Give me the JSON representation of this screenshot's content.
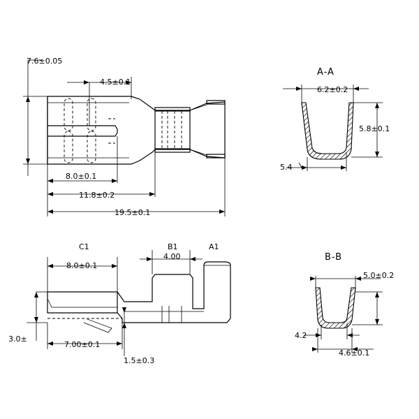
{
  "dimensions": {
    "d_7_6": "7.6±0.05",
    "d_4_5": "4.5±0.1",
    "d_8_0_top": "8.0±0.1",
    "d_11_8": "11.8±0.2",
    "d_19_5": "19.5±0.1",
    "d_8_0_side": "8.0±0.1",
    "d_4_00": "4.00",
    "d_3_0": "3.0±",
    "d_7_00": "7.00±0.1",
    "d_1_5": "1.5±0.3",
    "d_6_2": "6.2±0.2",
    "d_5_8": "5.8±0.1",
    "d_5_4": "5.4",
    "d_5_0": "5.0±0.2",
    "d_4_2": "4.2",
    "d_4_6": "4.6±0.1"
  },
  "labels": {
    "section_aa": "A-A",
    "section_bb": "B-B",
    "c1": "C1",
    "b1": "B1",
    "a1": "A1"
  }
}
